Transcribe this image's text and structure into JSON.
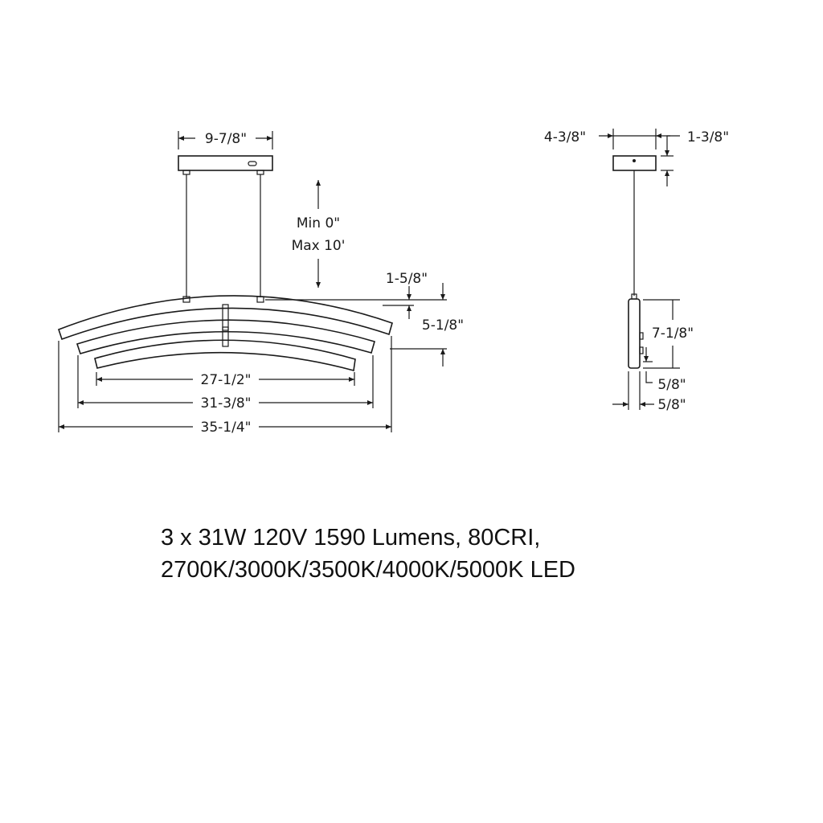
{
  "front_view": {
    "canopy_width": "9-7/8\"",
    "drop_min": "Min 0\"",
    "drop_max": "Max 10'",
    "bar_thickness": "1-5/8\"",
    "arc_height": "5-1/8\"",
    "inner_length": "27-1/2\"",
    "middle_length": "31-3/8\"",
    "outer_length": "35-1/4\""
  },
  "side_view": {
    "canopy_width": "4-3/8\"",
    "canopy_height": "1-3/8\"",
    "body_height": "7-1/8\"",
    "bar_height": "5/8\"",
    "body_width": "5/8\""
  },
  "specs": {
    "line1": "3 x 31W 120V 1590 Lumens, 80CRI,",
    "line2": "2700K/3000K/3500K/4000K/5000K LED"
  }
}
